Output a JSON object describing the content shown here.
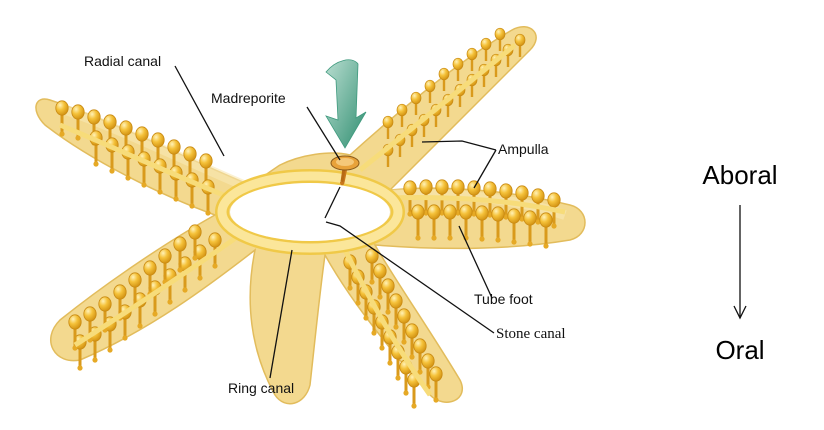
{
  "labels": {
    "radial_canal": "Radial canal",
    "madreporite": "Madreporite",
    "ampulla": "Ampulla",
    "tube_foot": "Tube foot",
    "stone_canal": "Stone canal",
    "ring_canal": "Ring canal"
  },
  "orientation": {
    "top": "Aboral",
    "bottom": "Oral"
  },
  "colors": {
    "body": "#f3d98f",
    "body_edge": "#e2bc5c",
    "ampulla": "#f2b92b",
    "ampulla_edge": "#c98a12",
    "ring": "#fbe69a",
    "arrow": "#3f9a7e"
  }
}
